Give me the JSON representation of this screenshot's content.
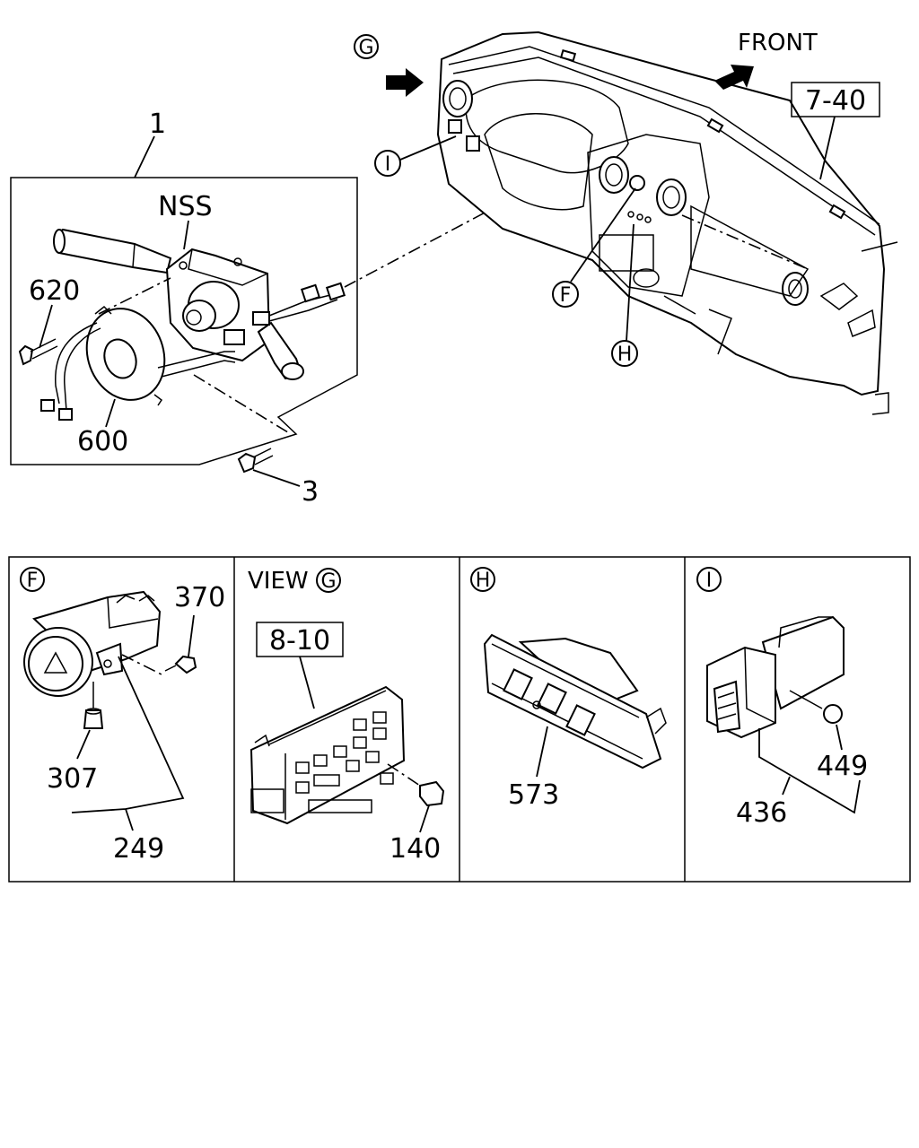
{
  "top": {
    "assembly_number": "1",
    "nss_label": "NSS",
    "screw_number": "3",
    "clock_spring_number": "600",
    "bolt_number": "620",
    "front_label": "FRONT",
    "dash_ref": "7-40",
    "callouts": {
      "g": "G",
      "i": "I",
      "f": "F",
      "h": "H"
    }
  },
  "panels": [
    {
      "id": "F",
      "callout": "F",
      "labels": [
        "370",
        "307",
        "249"
      ]
    },
    {
      "id": "G",
      "view_prefix": "VIEW",
      "callout": "G",
      "ref": "8-10",
      "labels": [
        "140"
      ]
    },
    {
      "id": "H",
      "callout": "H",
      "labels": [
        "573"
      ]
    },
    {
      "id": "I",
      "callout": "I",
      "labels": [
        "449",
        "436"
      ]
    }
  ]
}
